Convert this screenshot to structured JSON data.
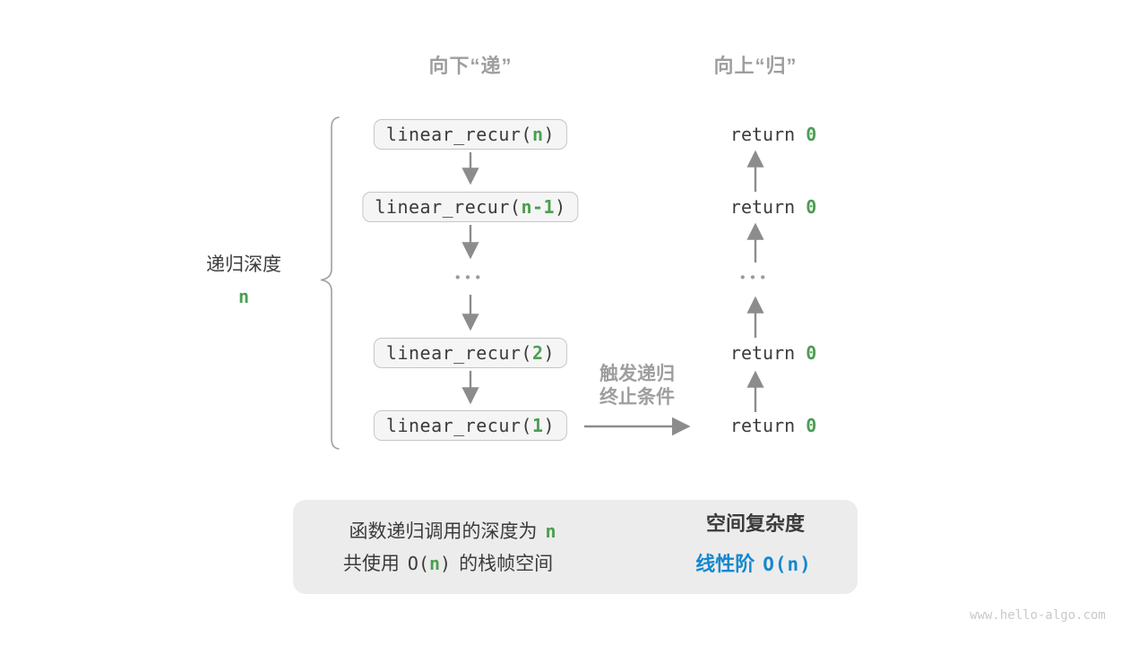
{
  "header": {
    "down_label": "向下“递”",
    "up_label": "向上“归”"
  },
  "depth_label": {
    "title": "递归深度",
    "value": "n"
  },
  "call_stack": {
    "boxes": [
      {
        "prefix": "linear_recur(",
        "arg": "n",
        "suffix": ")"
      },
      {
        "prefix": "linear_recur(",
        "arg": "n-1",
        "suffix": ")"
      },
      {
        "prefix": "linear_recur(",
        "arg": "2",
        "suffix": ")"
      },
      {
        "prefix": "linear_recur(",
        "arg": "1",
        "suffix": ")"
      }
    ],
    "ellipsis": "•••"
  },
  "returns": {
    "keyword": "return ",
    "value": "0",
    "ellipsis": "•••"
  },
  "trigger_label": {
    "line1": "触发递归",
    "line2": "终止条件"
  },
  "summary": {
    "line1_text": "函数递归调用的深度为",
    "line1_value": "n",
    "line2_pre": "共使用",
    "line2_code_open": "O(",
    "line2_code_n": "n",
    "line2_code_close": ")",
    "line2_post": "的栈帧空间",
    "right_title": "空间复杂度",
    "right_text": "线性阶",
    "right_code": "O(n)"
  },
  "watermark": "www.hello-algo.com",
  "colors": {
    "green_accent": "#4c9e52",
    "blue_accent": "#1388cf",
    "gray_label": "#9e9e9e",
    "text_dark": "#3b3b3b",
    "arrow_gray": "#8c8c8c",
    "box_fill": "#f5f5f5",
    "box_border": "#c6c6c6",
    "summary_fill": "#ececec",
    "big_arrow": "#c5c5c5",
    "watermark_gray": "#c9c9c9"
  }
}
